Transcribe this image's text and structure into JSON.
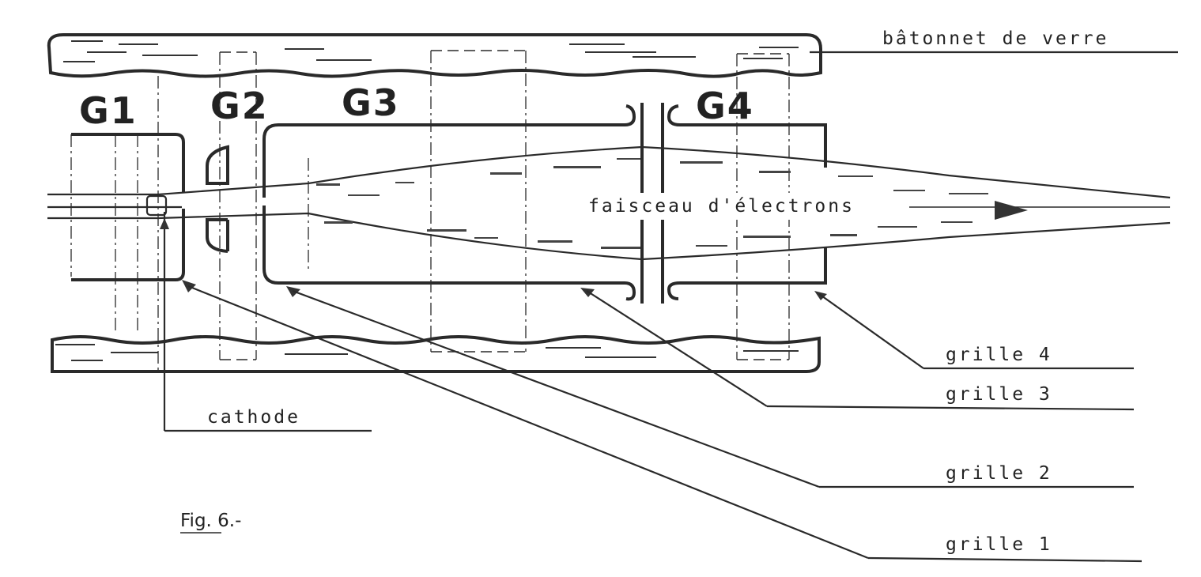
{
  "labels": {
    "glass_rod": "bâtonnet de verre",
    "g1": "G1",
    "g2": "G2",
    "g3": "G3",
    "g4": "G4",
    "beam": "faisceau d'électrons",
    "cathode": "cathode",
    "grid1": "grille 1",
    "grid2": "grille 2",
    "grid3": "grille 3",
    "grid4": "grille 4",
    "figure": "Fig. 6.-"
  },
  "colors": {
    "ink": "#2a2a2a",
    "paper": "#ffffff"
  }
}
